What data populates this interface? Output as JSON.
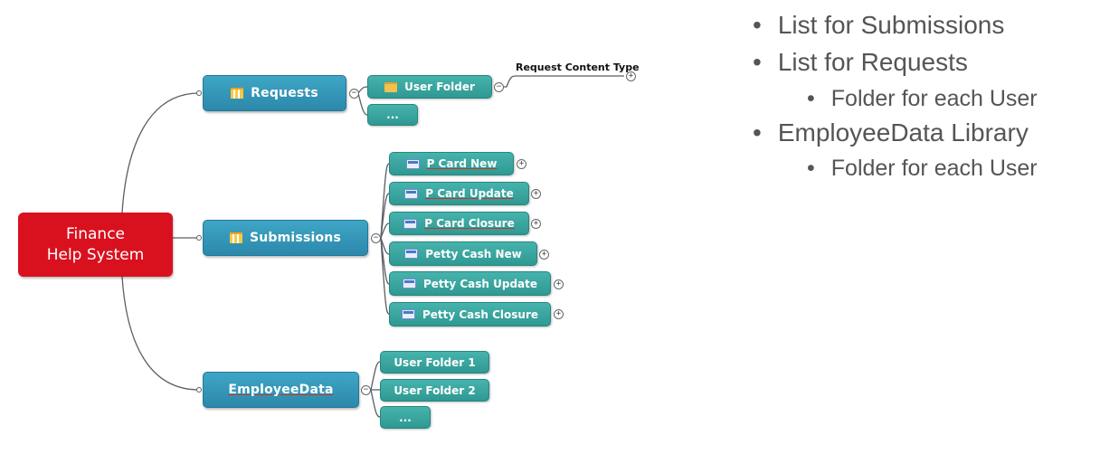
{
  "root": {
    "line1": "Finance",
    "line2": "Help System"
  },
  "branches": {
    "requests": {
      "label": "Requests",
      "children": [
        {
          "label": "User Folder"
        },
        {
          "label": "..."
        }
      ],
      "annotation": "Request Content Type"
    },
    "submissions": {
      "label": "Submissions",
      "children": [
        {
          "label": "P Card New"
        },
        {
          "label": "P Card Update"
        },
        {
          "label": "P Card Closure"
        },
        {
          "label": "Petty Cash New"
        },
        {
          "label": "Petty Cash Update"
        },
        {
          "label": "Petty Cash Closure"
        }
      ]
    },
    "employee": {
      "label": "EmployeeData",
      "children": [
        {
          "label": "User Folder 1"
        },
        {
          "label": "User Folder 2"
        },
        {
          "label": "..."
        }
      ]
    }
  },
  "toggles": {
    "collapse": "−",
    "expand": "+"
  },
  "bullets": {
    "marker": "•",
    "items": [
      {
        "text": "List for Submissions"
      },
      {
        "text": "List for Requests",
        "sub": "Folder for each User"
      },
      {
        "text": "EmployeeData Library",
        "sub": "Folder for each User"
      }
    ]
  },
  "icons": {
    "branch": "library-icon",
    "user_folder": "folder-icon",
    "submission_item": "list-icon"
  },
  "colors": {
    "root": "#d9111f",
    "branch": "#3499bb",
    "leaf": "#3aa6a0",
    "connector": "#5a5f66",
    "bullet_text": "#555555"
  }
}
